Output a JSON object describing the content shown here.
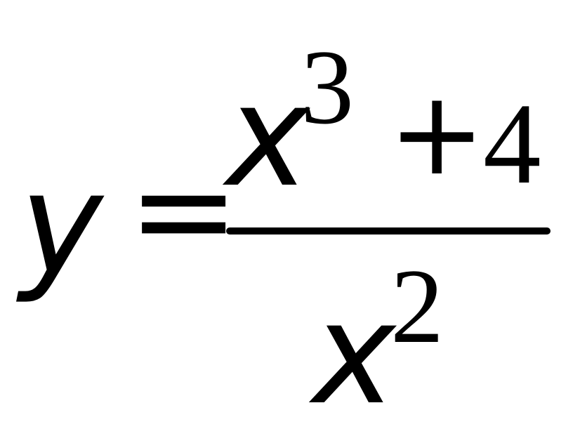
{
  "formula": {
    "lhs": "y",
    "equals": "=",
    "numerator": {
      "base": "x",
      "exponent": "3",
      "operator": "+",
      "constant": "4"
    },
    "denominator": {
      "base": "x",
      "exponent": "2"
    }
  },
  "colors": {
    "text": "#000000",
    "background": "#ffffff"
  }
}
